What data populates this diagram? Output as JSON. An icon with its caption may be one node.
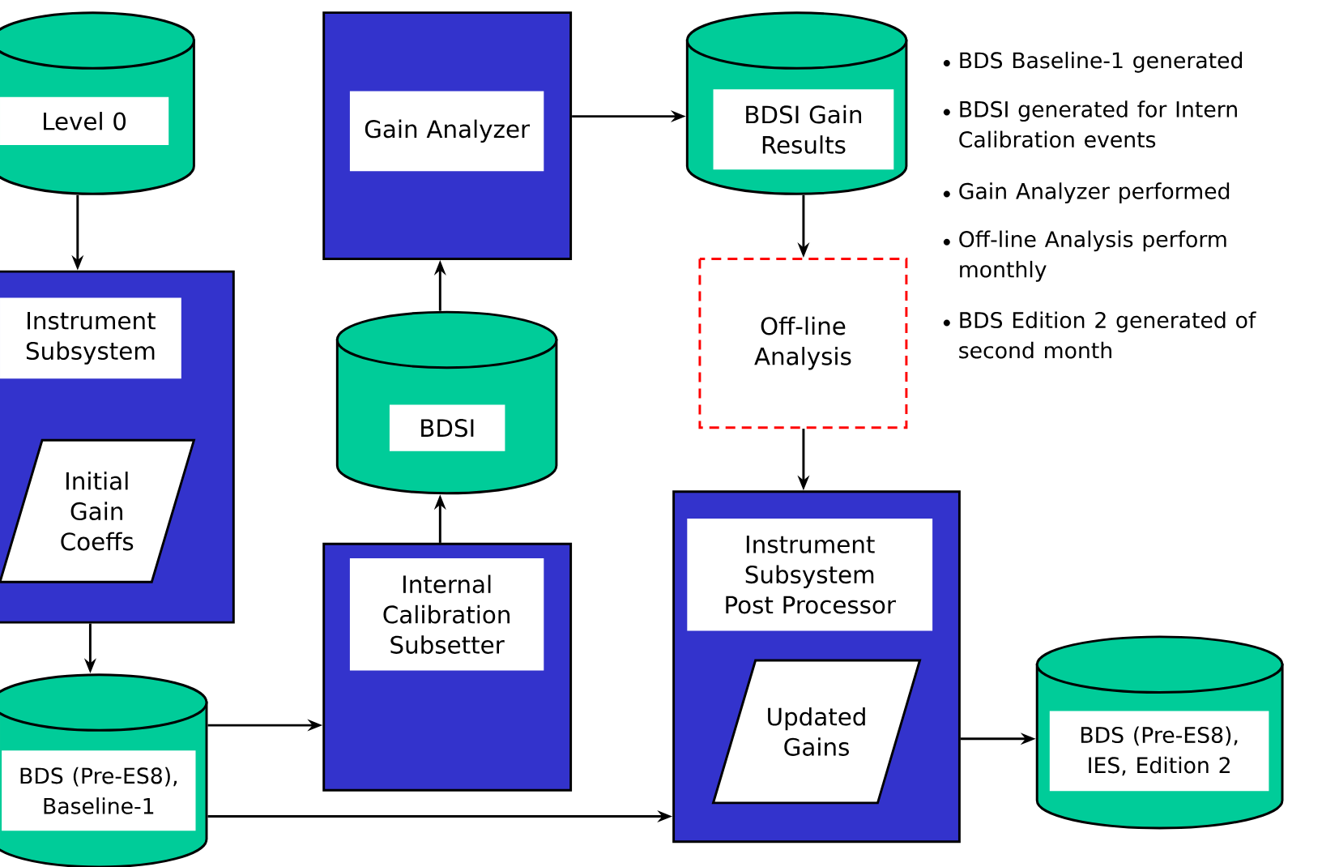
{
  "diagram": {
    "nodes": [
      {
        "text": [
          "Level 0"
        ]
      },
      {
        "text": [
          "Instrument Subsystem"
        ]
      },
      {
        "text": [
          "Initial Gain Coeffs"
        ],
        "in": 1
      },
      {
        "text": [
          "BDS (Pre-ES8), Baseline-1"
        ]
      },
      {
        "text": [
          "Gain Analyzer"
        ]
      },
      {
        "text": [
          "BDSI"
        ]
      },
      {
        "text": [
          "Internal Calibration Subsetter"
        ]
      },
      {
        "text": [
          "BDSI Gain Results"
        ]
      },
      {
        "text": [
          "Off-line Analysis"
        ]
      },
      {
        "text": [
          "Instrument Subsystem Post Processor"
        ]
      },
      {
        "text": [
          "Updated Gains"
        ],
        "in": 9
      },
      {
        "text": [
          "BDS (Pre-ES8), IES, Edition 2"
        ]
      }
    ],
    "edges": [
      {
        "from": 0,
        "to": 1,
        "arrow": "to"
      },
      {
        "from": 1,
        "to": 3,
        "arrow": "to"
      },
      {
        "from": 3,
        "to": 6,
        "arrow": "to"
      },
      {
        "from": 3,
        "to": 9,
        "arrow": "to"
      },
      {
        "from": 6,
        "to": 5,
        "arrow": "to"
      },
      {
        "from": 5,
        "to": 4,
        "arrow": "to"
      },
      {
        "from": 4,
        "to": 7,
        "arrow": "to"
      },
      {
        "from": 7,
        "to": 8,
        "arrow": "to"
      },
      {
        "from": 8,
        "to": 9,
        "arrow": "to"
      },
      {
        "from": 9,
        "to": 11,
        "arrow": "to"
      }
    ],
    "labels": [
      "BDS Baseline-1 generated",
      "BDSI generated for Intern Calibration events",
      "Gain Analyzer performed",
      "Off-line Analysis perform monthly",
      "BDS Edition 2 generated of second month"
    ]
  }
}
